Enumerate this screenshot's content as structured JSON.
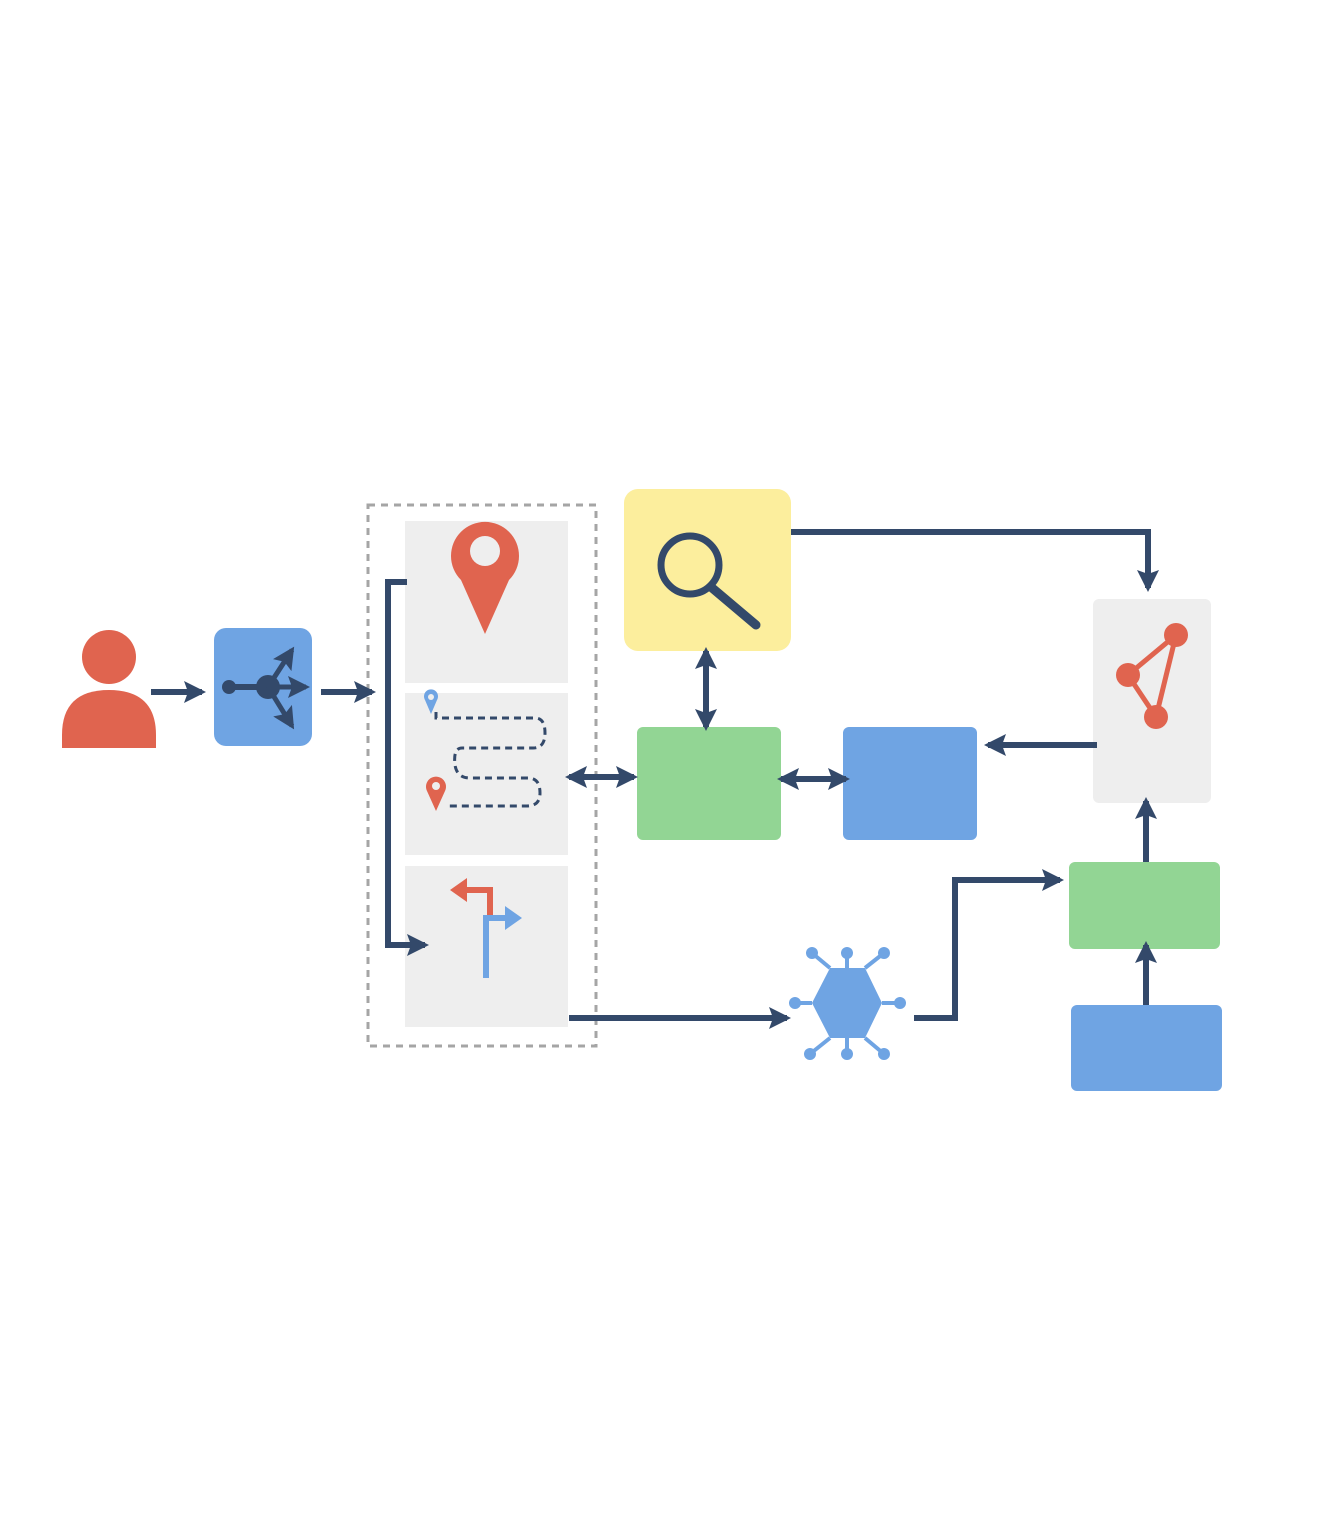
{
  "colors": {
    "arrow": "#33496a",
    "user": "#e0644f",
    "blue": "#6fa4e3",
    "green": "#92d594",
    "yellow": "#fcee9d",
    "panel": "#eeeeee",
    "dashed_group": "#a5a5a5"
  },
  "nodes": [
    {
      "id": "user",
      "icon": "person-icon"
    },
    {
      "id": "router",
      "icon": "split-arrows-icon"
    },
    {
      "id": "group",
      "icon": "dashed-container"
    },
    {
      "id": "panel-location",
      "icon": "map-pin-icon"
    },
    {
      "id": "panel-route",
      "icon": "dotted-route-icon"
    },
    {
      "id": "panel-directions",
      "icon": "signpost-turn-icon"
    },
    {
      "id": "search",
      "icon": "magnifier-icon"
    },
    {
      "id": "green-middle",
      "icon": ""
    },
    {
      "id": "blue-middle",
      "icon": ""
    },
    {
      "id": "graph",
      "icon": "triangle-graph-icon"
    },
    {
      "id": "green-right",
      "icon": ""
    },
    {
      "id": "blue-bottom",
      "icon": ""
    },
    {
      "id": "hub",
      "icon": "hexagon-network-icon"
    }
  ]
}
